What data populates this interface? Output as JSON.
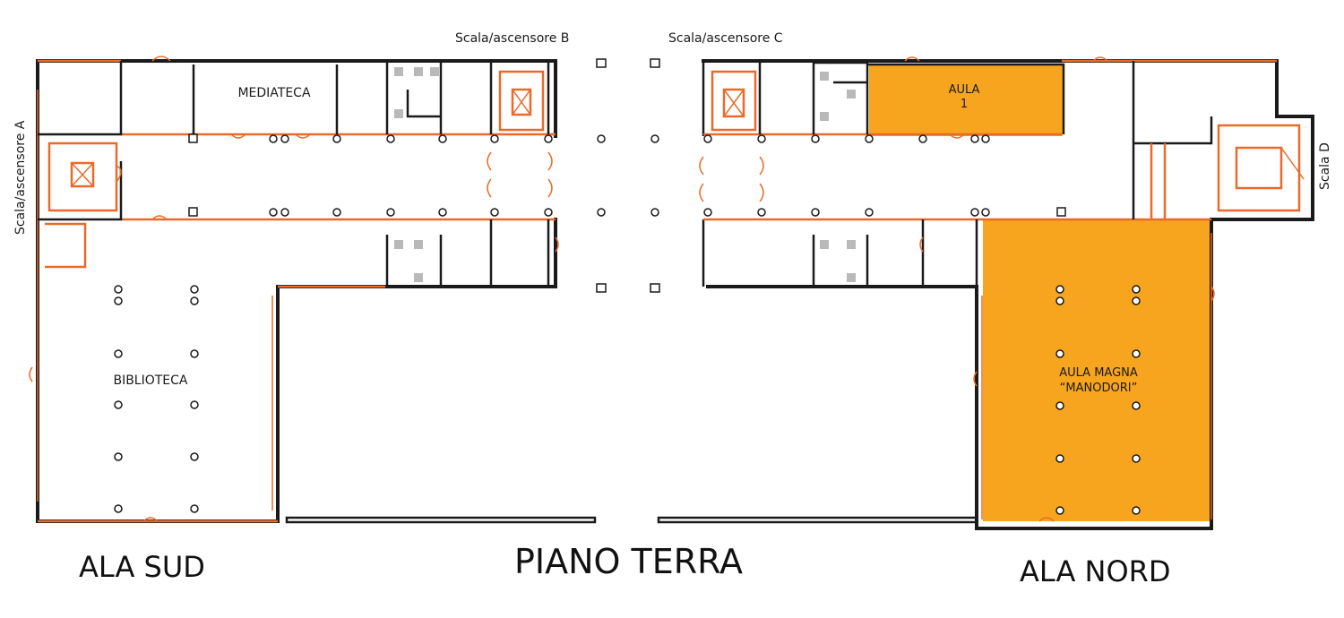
{
  "floor_title": "PIANO TERRA",
  "wings": {
    "south": "ALA SUD",
    "north": "ALA NORD"
  },
  "stairs": {
    "a": "Scala/ascensore A",
    "b": "Scala/ascensore B",
    "c": "Scala/ascensore C",
    "d": "Scala D"
  },
  "rooms": {
    "mediateca": "MEDIATECA",
    "biblioteca": "BIBLIOTECA",
    "aula1_line1": "AULA",
    "aula1_line2": "1",
    "aula_magna_line1": "AULA MAGNA",
    "aula_magna_line2": "“MANODORI”"
  },
  "colors": {
    "highlight": "#f7a51f",
    "walls": "#1a1a1a",
    "doors": "#ea6a2a"
  }
}
